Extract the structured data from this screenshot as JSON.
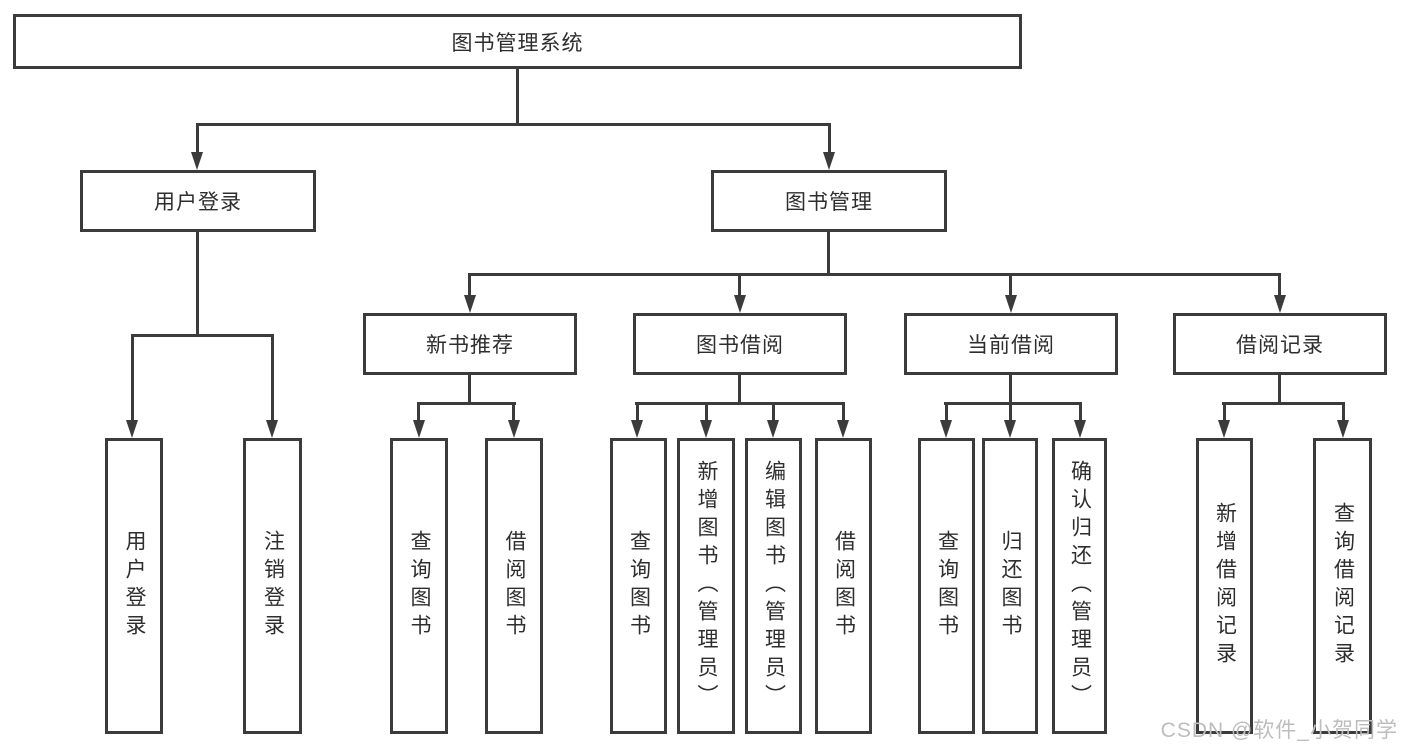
{
  "tree": {
    "root": {
      "label": "图书管理系统",
      "children": [
        {
          "label": "用户登录",
          "children": [
            {
              "label": "用户登录"
            },
            {
              "label": "注销登录"
            }
          ]
        },
        {
          "label": "图书管理",
          "children": [
            {
              "label": "新书推荐",
              "children": [
                {
                  "label": "查询图书"
                },
                {
                  "label": "借阅图书"
                }
              ]
            },
            {
              "label": "图书借阅",
              "children": [
                {
                  "label": "查询图书"
                },
                {
                  "label": "新增图书（管理员）"
                },
                {
                  "label": "编辑图书（管理员）"
                },
                {
                  "label": "借阅图书"
                }
              ]
            },
            {
              "label": "当前借阅",
              "children": [
                {
                  "label": "查询图书"
                },
                {
                  "label": "归还图书"
                },
                {
                  "label": "确认归还（管理员）"
                }
              ]
            },
            {
              "label": "借阅记录",
              "children": [
                {
                  "label": "新增借阅记录"
                },
                {
                  "label": "查询借阅记录"
                }
              ]
            }
          ]
        }
      ]
    }
  },
  "watermark": {
    "text": "CSDN @软件_小贺同学"
  },
  "colors": {
    "line": "#3b3b3b",
    "text": "#2e2e2e",
    "watermark": "#bdbdbd",
    "background": "#ffffff"
  }
}
